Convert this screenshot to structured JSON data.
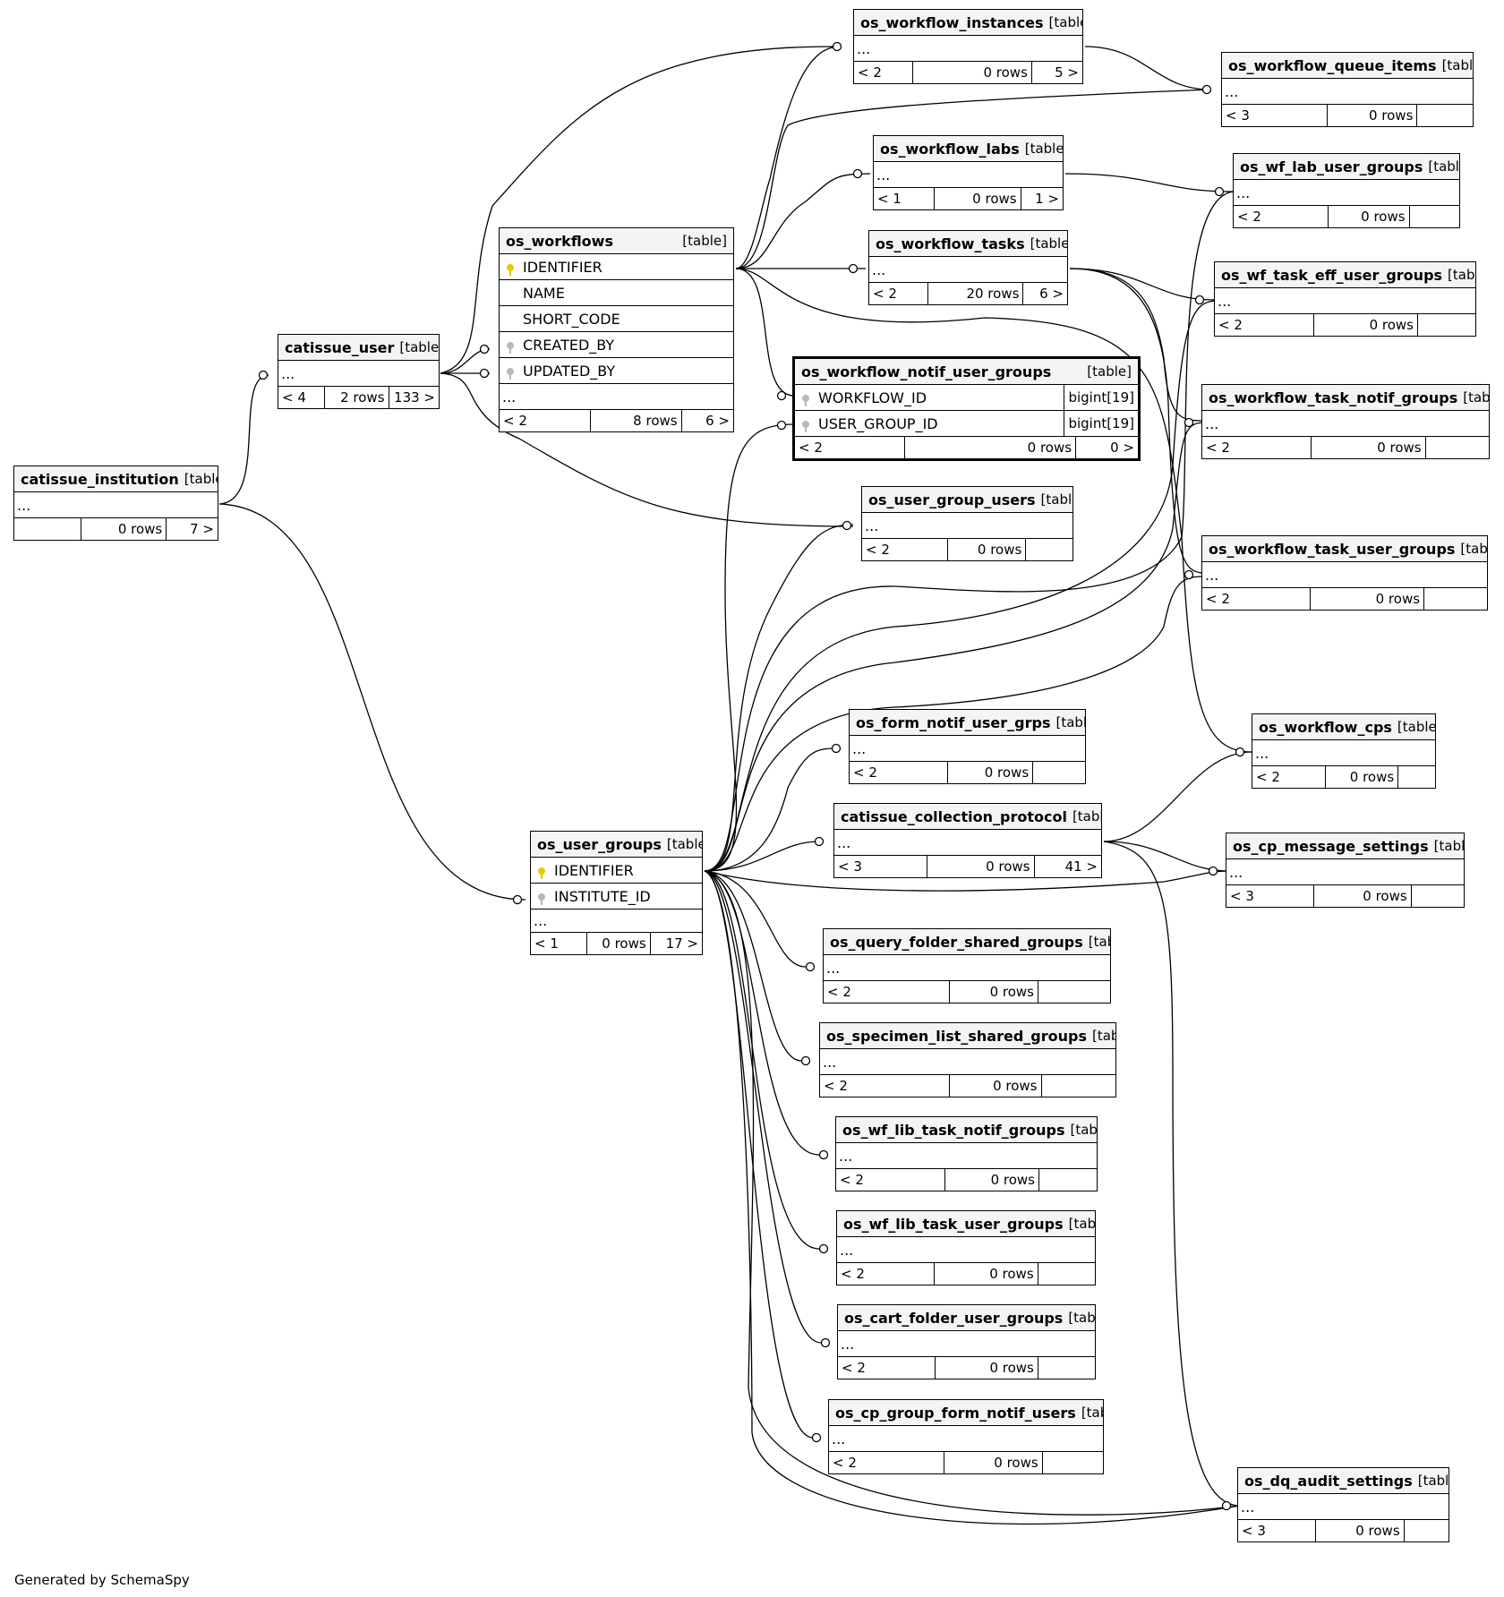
{
  "credit": "Generated by SchemaSpy",
  "tables": {
    "wf_instances": {
      "name": "os_workflow_instances",
      "tag": "[table]",
      "row": "...",
      "parents": "< 2",
      "rows": "0 rows",
      "children": "5 >"
    },
    "wf_queue_items": {
      "name": "os_workflow_queue_items",
      "tag": "[table]",
      "row": "...",
      "parents": "< 3",
      "rows": "0 rows",
      "children": ""
    },
    "wf_labs": {
      "name": "os_workflow_labs",
      "tag": "[table]",
      "row": "...",
      "parents": "< 1",
      "rows": "0 rows",
      "children": "1 >"
    },
    "wf_lab_user_groups": {
      "name": "os_wf_lab_user_groups",
      "tag": "[table]",
      "row": "...",
      "parents": "< 2",
      "rows": "0 rows",
      "children": ""
    },
    "wf_tasks": {
      "name": "os_workflow_tasks",
      "tag": "[table]",
      "row": "...",
      "parents": "< 2",
      "rows": "20 rows",
      "children": "6 >"
    },
    "wf_task_eff_user_groups": {
      "name": "os_wf_task_eff_user_groups",
      "tag": "[table]",
      "row": "...",
      "parents": "< 2",
      "rows": "0 rows",
      "children": ""
    },
    "workflows": {
      "name": "os_workflows",
      "tag": "[table]",
      "columns": [
        "IDENTIFIER",
        "NAME",
        "SHORT_CODE",
        "CREATED_BY",
        "UPDATED_BY"
      ],
      "row": "...",
      "parents": "< 2",
      "rows": "8 rows",
      "children": "6 >"
    },
    "catissue_user": {
      "name": "catissue_user",
      "tag": "[table]",
      "row": "...",
      "parents": "< 4",
      "rows": "2 rows",
      "children": "133 >"
    },
    "notif_user_groups": {
      "name": "os_workflow_notif_user_groups",
      "tag": "[table]",
      "columns": [
        "WORKFLOW_ID",
        "USER_GROUP_ID"
      ],
      "types": [
        "bigint[19]",
        "bigint[19]"
      ],
      "parents": "< 2",
      "rows": "0 rows",
      "children": "0 >"
    },
    "task_notif_groups": {
      "name": "os_workflow_task_notif_groups",
      "tag": "[table]",
      "row": "...",
      "parents": "< 2",
      "rows": "0 rows",
      "children": ""
    },
    "institution": {
      "name": "catissue_institution",
      "tag": "[table]",
      "row": "...",
      "parents": "",
      "rows": "0 rows",
      "children": "7 >"
    },
    "user_group_users": {
      "name": "os_user_group_users",
      "tag": "[table]",
      "row": "...",
      "parents": "< 2",
      "rows": "0 rows",
      "children": ""
    },
    "task_user_groups": {
      "name": "os_workflow_task_user_groups",
      "tag": "[table]",
      "row": "...",
      "parents": "< 2",
      "rows": "0 rows",
      "children": ""
    },
    "form_notif": {
      "name": "os_form_notif_user_grps",
      "tag": "[table]",
      "row": "...",
      "parents": "< 2",
      "rows": "0 rows",
      "children": ""
    },
    "wf_cps": {
      "name": "os_workflow_cps",
      "tag": "[table]",
      "row": "...",
      "parents": "< 2",
      "rows": "0 rows",
      "children": ""
    },
    "collection_protocol": {
      "name": "catissue_collection_protocol",
      "tag": "[table]",
      "row": "...",
      "parents": "< 3",
      "rows": "0 rows",
      "children": "41 >"
    },
    "cp_message": {
      "name": "os_cp_message_settings",
      "tag": "[table]",
      "row": "...",
      "parents": "< 3",
      "rows": "0 rows",
      "children": ""
    },
    "user_groups": {
      "name": "os_user_groups",
      "tag": "[table]",
      "columns": [
        "IDENTIFIER",
        "INSTITUTE_ID"
      ],
      "row": "...",
      "parents": "< 1",
      "rows": "0 rows",
      "children": "17 >"
    },
    "query_folder": {
      "name": "os_query_folder_shared_groups",
      "tag": "[table]",
      "row": "...",
      "parents": "< 2",
      "rows": "0 rows",
      "children": ""
    },
    "specimen_list": {
      "name": "os_specimen_list_shared_groups",
      "tag": "[table]",
      "row": "...",
      "parents": "< 2",
      "rows": "0 rows",
      "children": ""
    },
    "lib_task_notif": {
      "name": "os_wf_lib_task_notif_groups",
      "tag": "[table]",
      "row": "...",
      "parents": "< 2",
      "rows": "0 rows",
      "children": ""
    },
    "lib_task_user": {
      "name": "os_wf_lib_task_user_groups",
      "tag": "[table]",
      "row": "...",
      "parents": "< 2",
      "rows": "0 rows",
      "children": ""
    },
    "cart_folder": {
      "name": "os_cart_folder_user_groups",
      "tag": "[table]",
      "row": "...",
      "parents": "< 2",
      "rows": "0 rows",
      "children": ""
    },
    "cp_group_form": {
      "name": "os_cp_group_form_notif_users",
      "tag": "[table]",
      "row": "...",
      "parents": "< 2",
      "rows": "0 rows",
      "children": ""
    },
    "dq_audit": {
      "name": "os_dq_audit_settings",
      "tag": "[table]",
      "row": "...",
      "parents": "< 3",
      "rows": "0 rows",
      "children": ""
    }
  },
  "relationships": [
    {
      "from": "catissue_user",
      "to": "wf_instances"
    },
    {
      "from": "catissue_user",
      "to": "workflows.CREATED_BY"
    },
    {
      "from": "catissue_user",
      "to": "workflows.UPDATED_BY"
    },
    {
      "from": "catissue_user",
      "to": "user_group_users"
    },
    {
      "from": "institution",
      "to": "catissue_user"
    },
    {
      "from": "institution",
      "to": "user_groups.INSTITUTE_ID"
    },
    {
      "from": "workflows",
      "to": "wf_instances"
    },
    {
      "from": "workflows",
      "to": "wf_queue_items"
    },
    {
      "from": "workflows",
      "to": "wf_labs"
    },
    {
      "from": "workflows",
      "to": "wf_tasks"
    },
    {
      "from": "workflows",
      "to": "notif_user_groups.WORKFLOW_ID"
    },
    {
      "from": "workflows",
      "to": "wf_cps"
    },
    {
      "from": "wf_instances",
      "to": "wf_queue_items"
    },
    {
      "from": "wf_labs",
      "to": "wf_lab_user_groups"
    },
    {
      "from": "wf_tasks",
      "to": "wf_task_eff_user_groups"
    },
    {
      "from": "wf_tasks",
      "to": "task_notif_groups"
    },
    {
      "from": "wf_tasks",
      "to": "task_user_groups"
    },
    {
      "from": "collection_protocol",
      "to": "wf_cps"
    },
    {
      "from": "collection_protocol",
      "to": "cp_message"
    },
    {
      "from": "collection_protocol",
      "to": "dq_audit"
    },
    {
      "from": "user_groups",
      "to": "notif_user_groups.USER_GROUP_ID"
    },
    {
      "from": "user_groups",
      "to": "user_group_users"
    },
    {
      "from": "user_groups",
      "to": "wf_lab_user_groups"
    },
    {
      "from": "user_groups",
      "to": "wf_task_eff_user_groups"
    },
    {
      "from": "user_groups",
      "to": "task_notif_groups"
    },
    {
      "from": "user_groups",
      "to": "task_user_groups"
    },
    {
      "from": "user_groups",
      "to": "form_notif"
    },
    {
      "from": "user_groups",
      "to": "collection_protocol"
    },
    {
      "from": "user_groups",
      "to": "cp_message"
    },
    {
      "from": "user_groups",
      "to": "query_folder"
    },
    {
      "from": "user_groups",
      "to": "specimen_list"
    },
    {
      "from": "user_groups",
      "to": "lib_task_notif"
    },
    {
      "from": "user_groups",
      "to": "lib_task_user"
    },
    {
      "from": "user_groups",
      "to": "cart_folder"
    },
    {
      "from": "user_groups",
      "to": "cp_group_form"
    },
    {
      "from": "user_groups",
      "to": "dq_audit"
    }
  ]
}
